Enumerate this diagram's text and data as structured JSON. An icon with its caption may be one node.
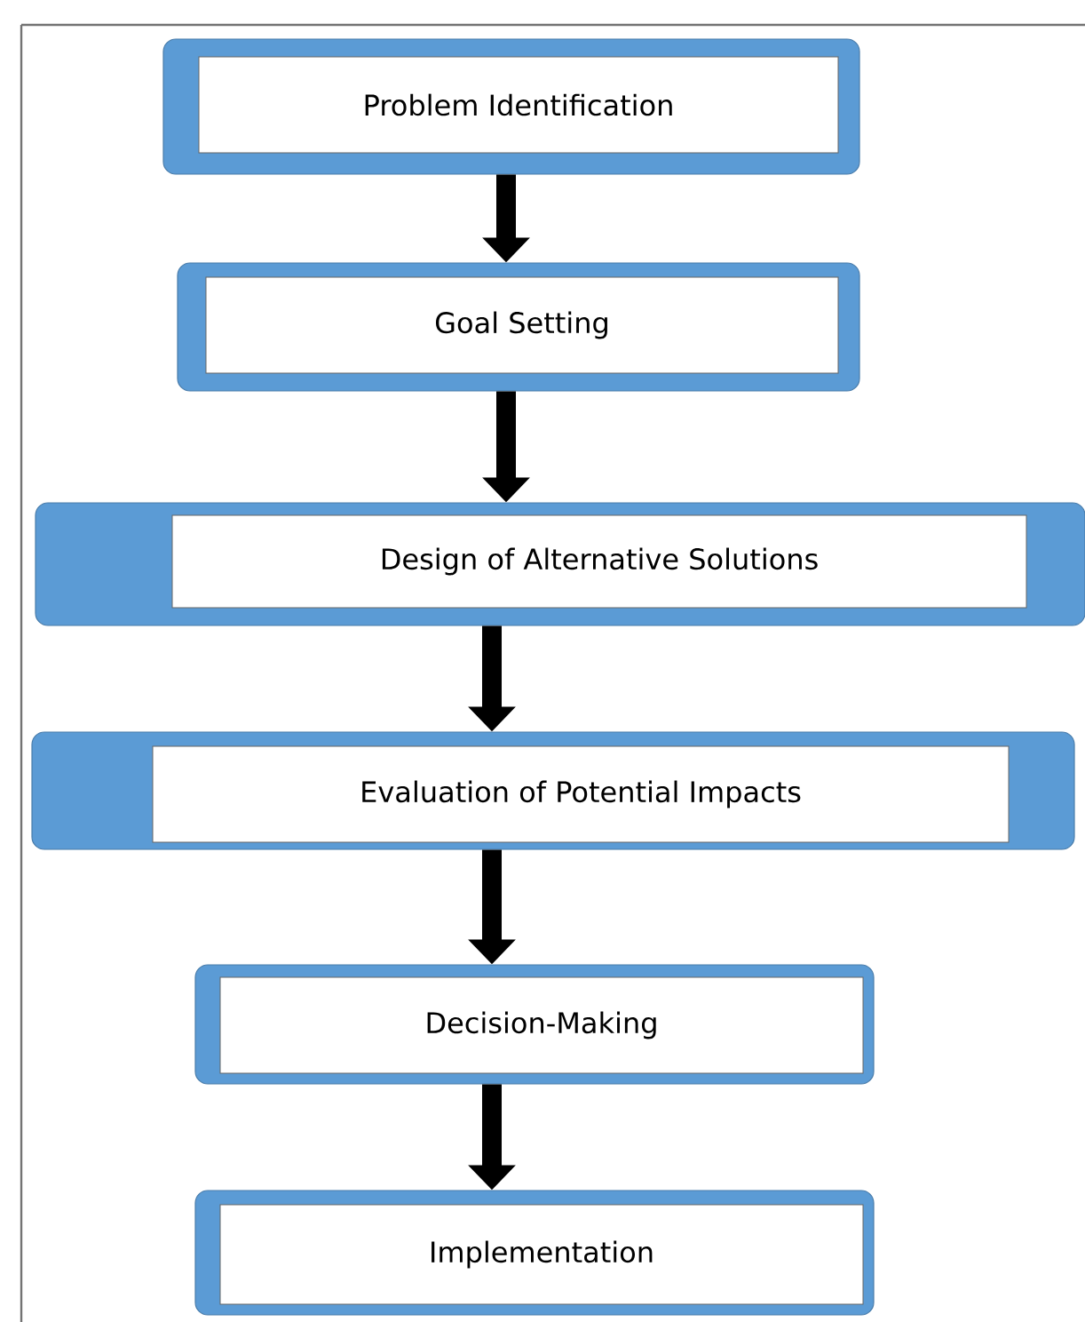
{
  "diagram": {
    "nodes": [
      {
        "text": [
          "Problem Identification"
        ]
      },
      {
        "text": [
          "Goal Setting"
        ]
      },
      {
        "text": [
          "Design of Alternative Solutions"
        ]
      },
      {
        "text": [
          "Evaluation of Potential Impacts"
        ]
      },
      {
        "text": [
          "Decision-Making"
        ]
      },
      {
        "text": [
          "Implementation"
        ]
      }
    ],
    "edges": [
      {
        "from": 0,
        "to": 1,
        "arrow": "to"
      },
      {
        "from": 1,
        "to": 2,
        "arrow": "to"
      },
      {
        "from": 2,
        "to": 3,
        "arrow": "to"
      },
      {
        "from": 3,
        "to": 4,
        "arrow": "to"
      },
      {
        "from": 4,
        "to": 5,
        "arrow": "to"
      }
    ]
  }
}
